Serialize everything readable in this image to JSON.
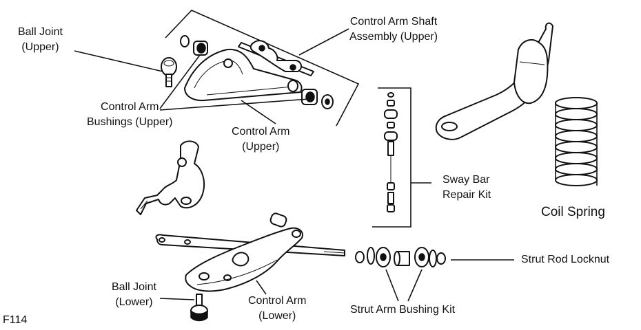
{
  "labels": {
    "ball_joint_upper": [
      "Ball Joint",
      "(Upper)"
    ],
    "control_arm_shaft_assembly": [
      "Control Arm Shaft",
      "Assembly (Upper)"
    ],
    "control_arm_bushings_upper": [
      "Control Arm",
      "Bushings (Upper)"
    ],
    "control_arm_upper": [
      "Control Arm",
      "(Upper)"
    ],
    "sway_bar_repair_kit": [
      "Sway Bar",
      "Repair Kit"
    ],
    "coil_spring": "Coil Spring",
    "strut_rod_locknut": "Strut Rod Locknut",
    "ball_joint_lower": [
      "Ball Joint",
      "(Lower)"
    ],
    "control_arm_lower": [
      "Control Arm",
      "(Lower)"
    ],
    "strut_arm_bushing_kit": "Strut Arm Bushing Kit",
    "figure_code": "F114"
  },
  "colors": {
    "ink": "#111111",
    "paper": "#ffffff"
  }
}
